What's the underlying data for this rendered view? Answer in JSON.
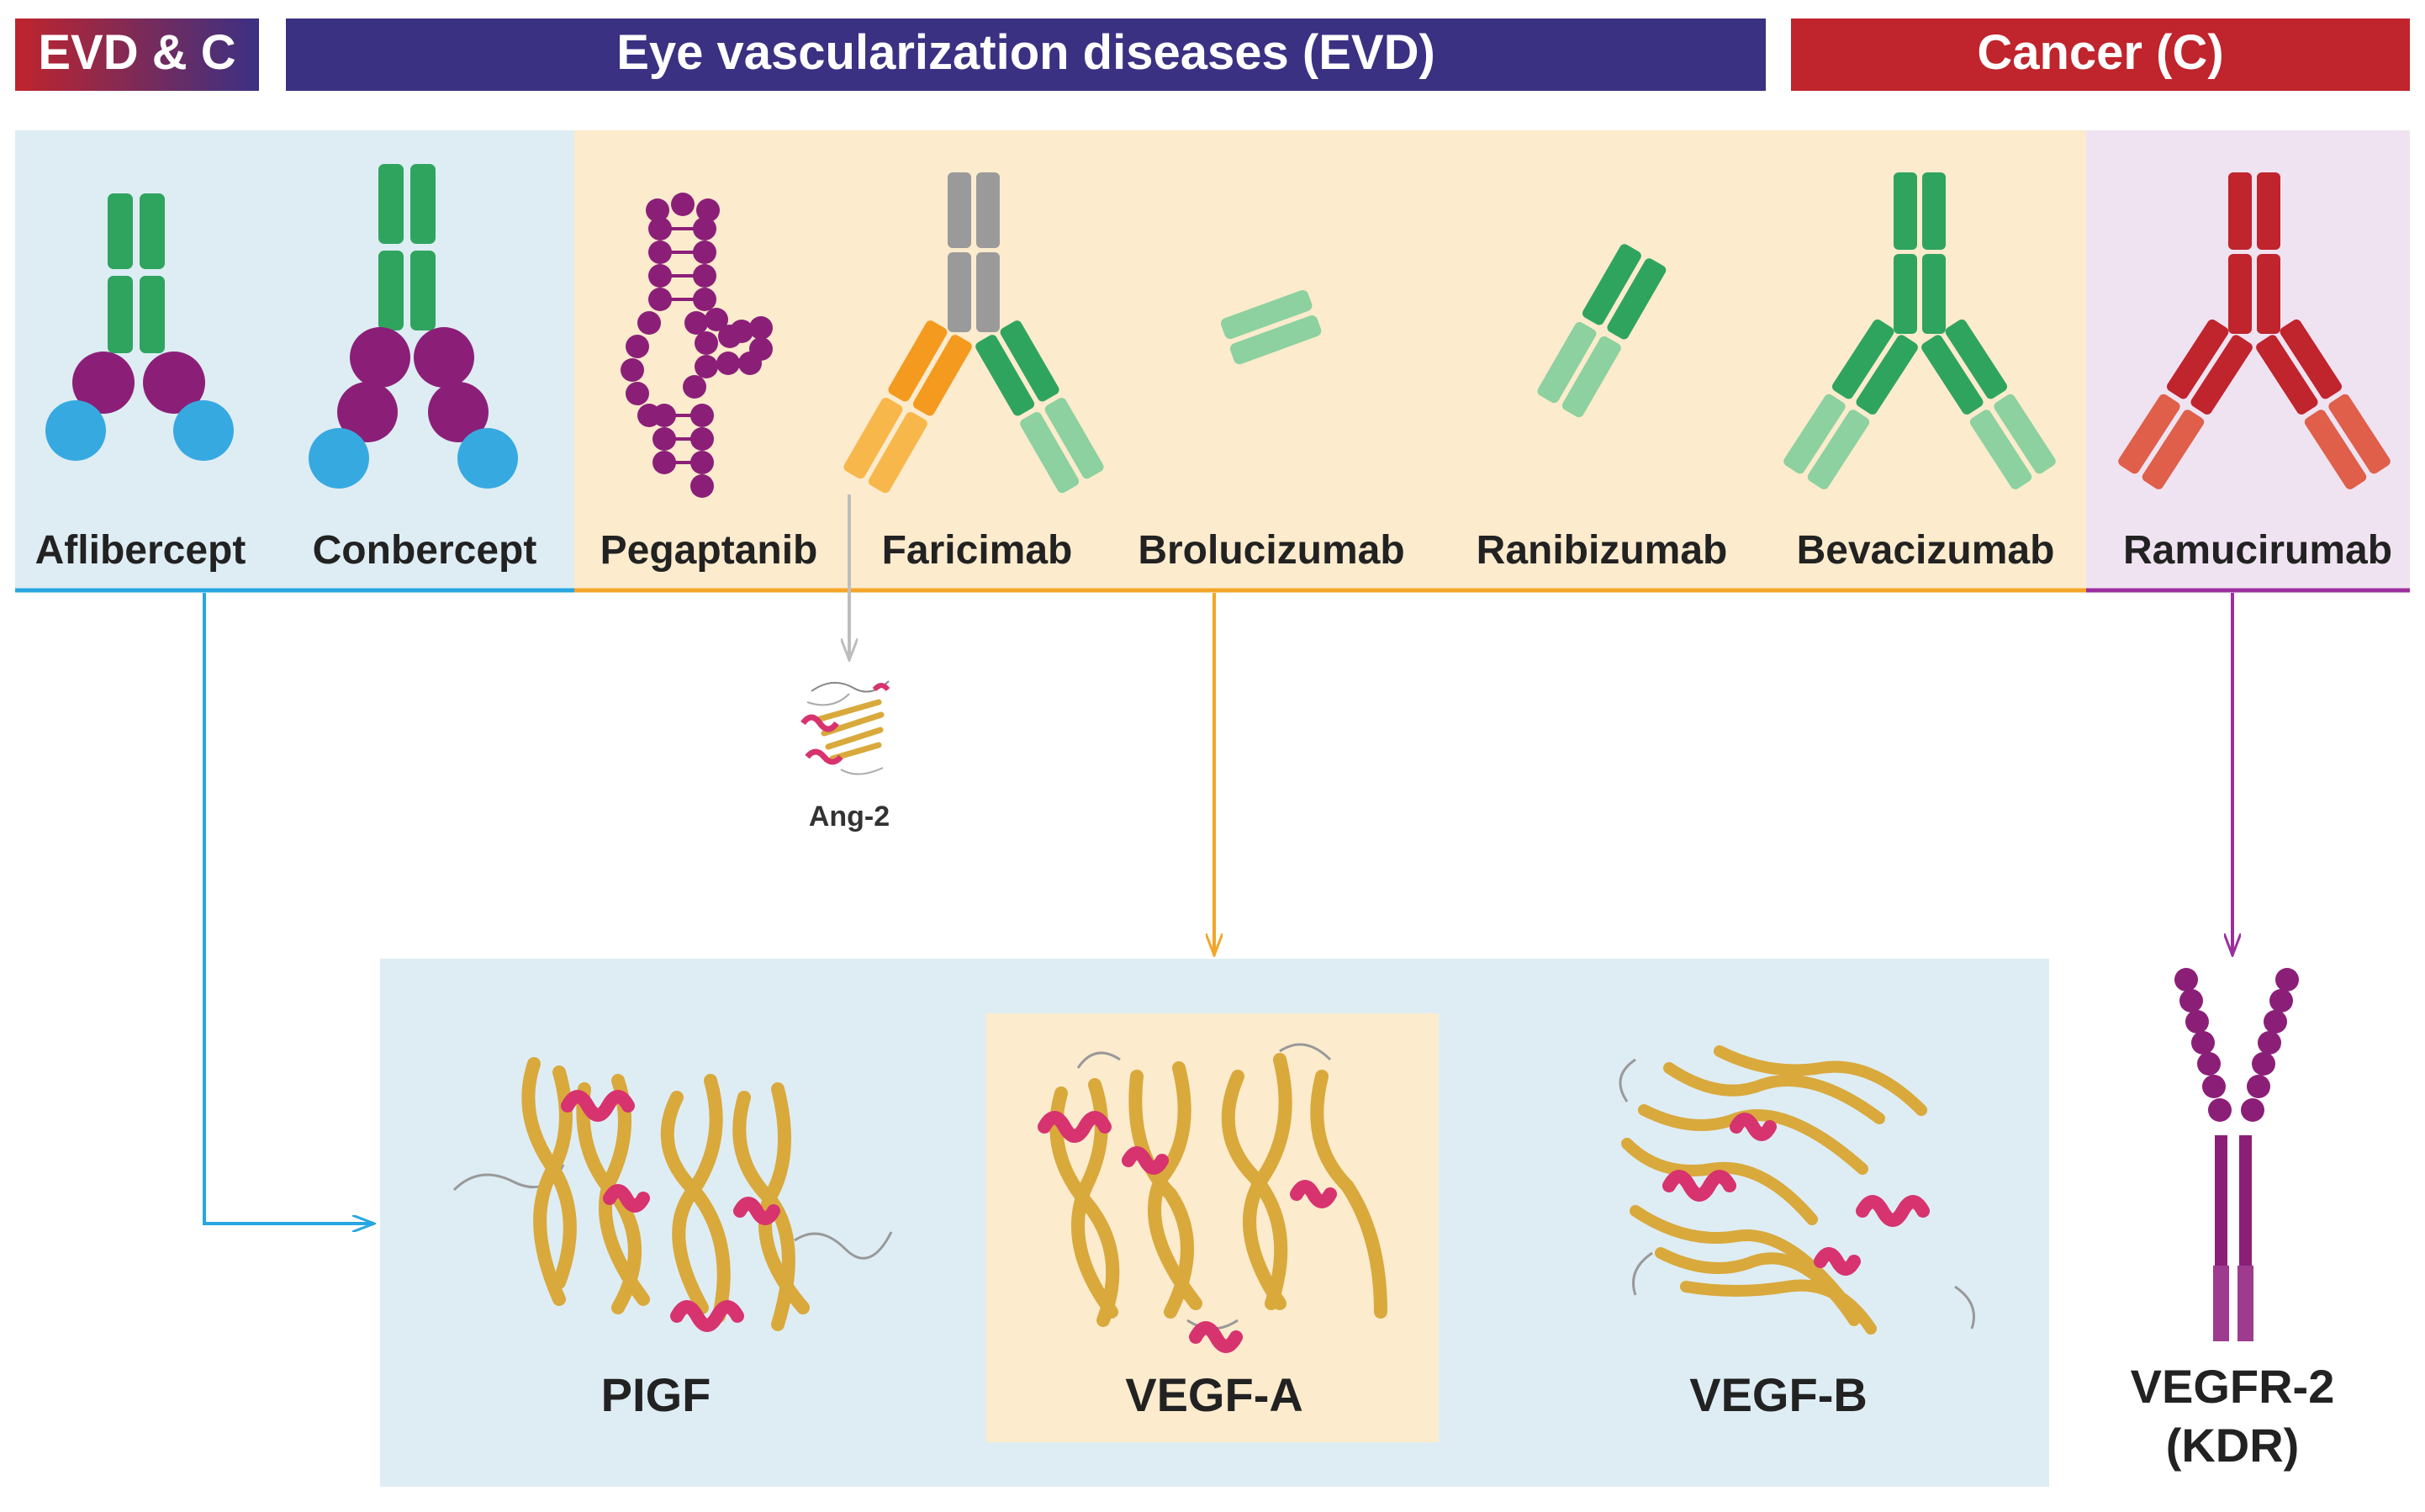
{
  "header": {
    "evd_c": "EVD & C",
    "evd": "Eye vascularization diseases (EVD)",
    "cancer": "Cancer (C)"
  },
  "drugs": {
    "aflibercept": "Aflibercept",
    "conbercept": "Conbercept",
    "pegaptanib": "Pegaptanib",
    "faricimab": "Faricimab",
    "brolucizumab": "Brolucizumab",
    "ranibizumab": "Ranibizumab",
    "bevacizumab": "Bevacizumab",
    "ramucirumab": "Ramucirumab"
  },
  "targets": {
    "ang2": "Ang-2",
    "pigf": "PIGF",
    "vegfa": "VEGF-A",
    "vegfb": "VEGF-B",
    "vegfr2_line1": "VEGFR-2",
    "vegfr2_line2": "(KDR)"
  },
  "colors": {
    "evd_c_gradient": [
      "#c0242c",
      "#3a3183"
    ],
    "evd_blue": "#3a3183",
    "cancer_red": "#c0242c",
    "panel_blue": "#deedf4",
    "panel_peach": "#fcebcd",
    "panel_lilac": "#f0e3f1",
    "arrow_blue": "#28a6df",
    "arrow_orange": "#f4a528",
    "arrow_purple": "#9b2f9e",
    "arrow_grey": "#bdbdbd",
    "green": "#2fa45f",
    "light_green": "#8cd19f",
    "purple": "#8b1f78",
    "cyan": "#37a9e1",
    "orange": "#f39a1f",
    "light_orange": "#f8b74b",
    "grey": "#9a9a9a",
    "red": "#c0242c",
    "salmon": "#df5f4a",
    "strand_gold": "#d9a93c",
    "helix_pink": "#d7336f"
  }
}
